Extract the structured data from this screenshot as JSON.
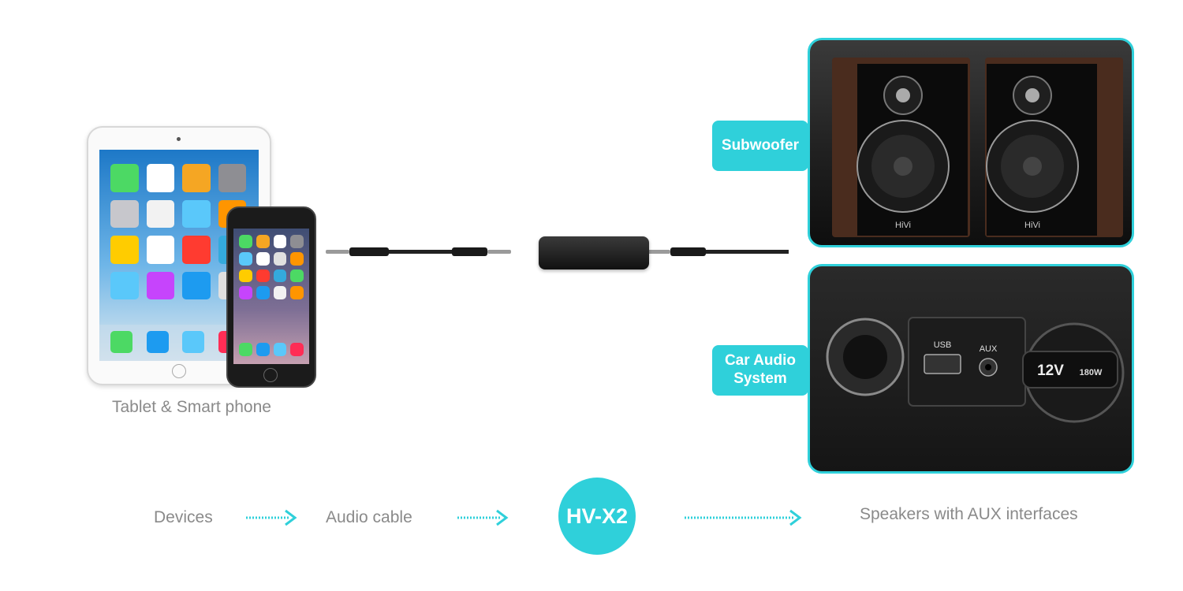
{
  "devices_caption": "Tablet & Smart phone",
  "tags": {
    "speakers": "Subwoofer",
    "car_audio": "Car Audio System"
  },
  "speaker_brand": "HiVi",
  "car_panel": {
    "usb_label": "USB",
    "aux_label": "AUX",
    "charger_label": "12V",
    "charger_watts": "180W"
  },
  "flow": {
    "step1": "Devices",
    "step2": "Audio cable",
    "product": "HV-X2",
    "step3": "Speakers with AUX interfaces"
  },
  "colors": {
    "accent": "#2fd0da",
    "text_gray": "#8a8a8a"
  }
}
